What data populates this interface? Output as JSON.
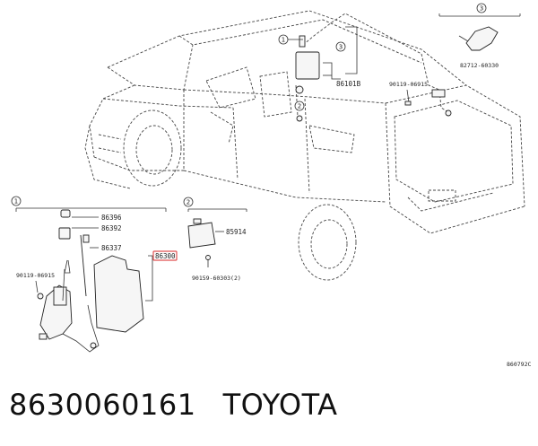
{
  "callouts": {
    "c1": "1",
    "c2": "2",
    "c3": "3"
  },
  "parts": {
    "p86101B": "86101B",
    "p9011906915_top": "90119-06915",
    "p8271260330": "82712-60330",
    "p86396": "86396",
    "p86392": "86392",
    "p86337": "86337",
    "p86300": "86300",
    "p9011906915_left": "90119-06915",
    "p85914": "85914",
    "p9015960303": "90159-60303(2)"
  },
  "diagram_id": "860792C",
  "footer": {
    "part_number": "8630060161",
    "brand": "TOYOTA"
  },
  "colors": {
    "highlight": "#e05050"
  }
}
